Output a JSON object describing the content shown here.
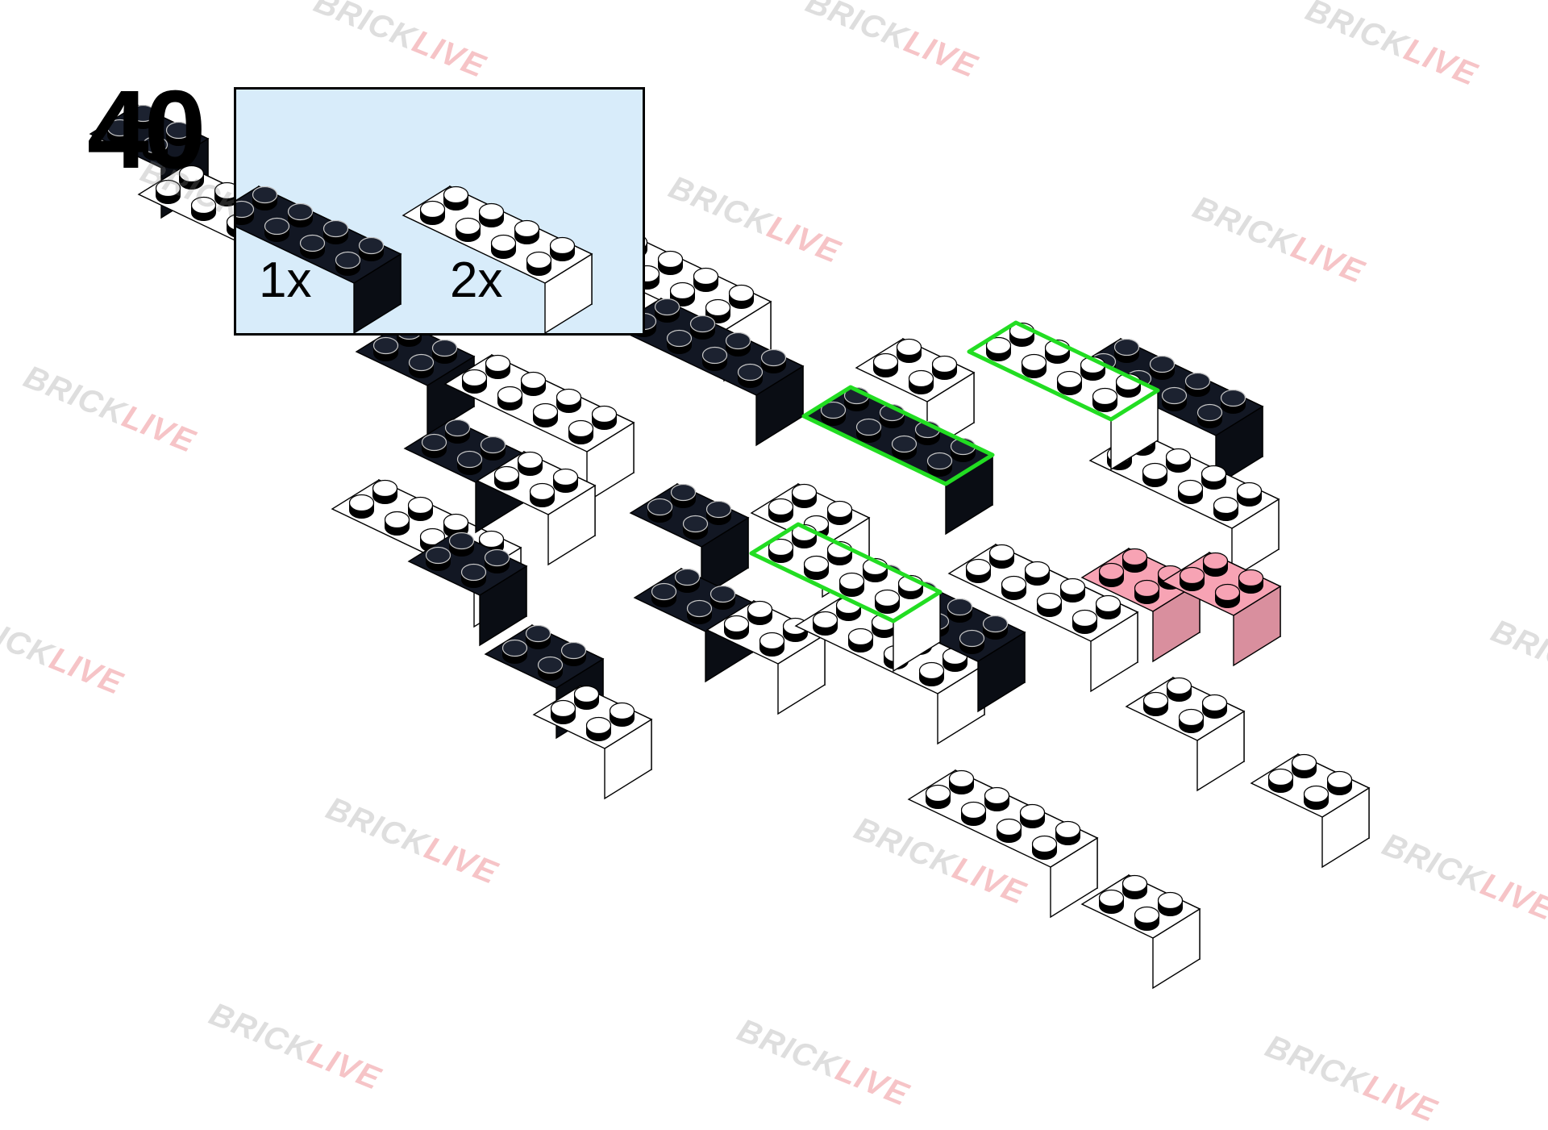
{
  "step": {
    "number": "40"
  },
  "parts_list": {
    "items": [
      {
        "quantity": "1x",
        "color": "#0b0f17",
        "brick": "2x4"
      },
      {
        "quantity": "2x",
        "color": "#ffffff",
        "brick": "2x4"
      }
    ]
  },
  "colors": {
    "black_brick": "#0b0f17",
    "white_brick": "#ffffff",
    "pink_brick": "#f7a3b4",
    "highlight_outline": "#22dd22",
    "panel_background": "#d8ecfa",
    "watermark_gray": "#8a8a8a",
    "watermark_red": "#e0303a"
  },
  "watermark": {
    "part_a": "BRICK",
    "part_b": "LIVE"
  }
}
